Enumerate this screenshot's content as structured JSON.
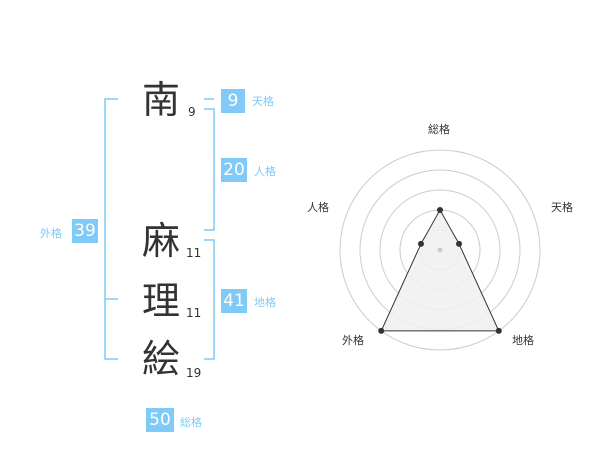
{
  "name_chars": [
    {
      "char": "南",
      "strokes": "9"
    },
    {
      "char": "麻",
      "strokes": "11"
    },
    {
      "char": "理",
      "strokes": "11"
    },
    {
      "char": "絵",
      "strokes": "19"
    }
  ],
  "fortune": {
    "tenkaku": {
      "value": "9",
      "label": "天格"
    },
    "jinkaku": {
      "value": "20",
      "label": "人格"
    },
    "chikaku": {
      "value": "41",
      "label": "地格"
    },
    "gaikaku": {
      "value": "39",
      "label": "外格"
    },
    "soukaku": {
      "value": "50",
      "label": "総格"
    }
  },
  "chart_data": {
    "type": "radar",
    "axes": [
      "総格",
      "天格",
      "地格",
      "外格",
      "人格"
    ],
    "values": [
      2,
      1,
      5,
      5,
      1
    ],
    "range": [
      0,
      5
    ],
    "rings": 5,
    "colors": {
      "fill": "#f0f0f0",
      "stroke": "#333333",
      "grid": "#cccccc"
    }
  },
  "colors": {
    "accent": "#7fcaf6",
    "text": "#333333"
  }
}
